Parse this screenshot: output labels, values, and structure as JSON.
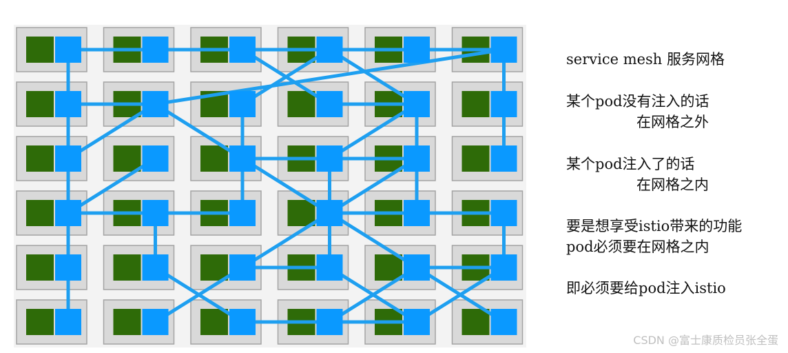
{
  "diagram": {
    "colors": {
      "panel_background": "#f3f3f3",
      "pod_frame": "#d9d9d9",
      "pod_border": "#a3a3a3",
      "app_container": "#2e6b08",
      "sidecar_proxy": "#0a99ff",
      "mesh_link": "#1e9ff0"
    },
    "grid": {
      "rows": 6,
      "cols": 6
    },
    "links": [
      [
        [
          0,
          0
        ],
        [
          0,
          1
        ]
      ],
      [
        [
          0,
          1
        ],
        [
          0,
          2
        ]
      ],
      [
        [
          0,
          2
        ],
        [
          0,
          3
        ]
      ],
      [
        [
          0,
          3
        ],
        [
          0,
          4
        ]
      ],
      [
        [
          0,
          4
        ],
        [
          0,
          5
        ]
      ],
      [
        [
          0,
          2
        ],
        [
          1,
          3
        ]
      ],
      [
        [
          1,
          2
        ],
        [
          0,
          3
        ]
      ],
      [
        [
          0,
          3
        ],
        [
          1,
          4
        ]
      ],
      [
        [
          1,
          1
        ],
        [
          0,
          5
        ]
      ],
      [
        [
          0,
          5
        ],
        [
          1,
          5
        ]
      ],
      [
        [
          1,
          0
        ],
        [
          1,
          1
        ]
      ],
      [
        [
          1,
          3
        ],
        [
          1,
          4
        ]
      ],
      [
        [
          0,
          0
        ],
        [
          1,
          0
        ]
      ],
      [
        [
          1,
          0
        ],
        [
          2,
          0
        ]
      ],
      [
        [
          2,
          0
        ],
        [
          1,
          1
        ]
      ],
      [
        [
          1,
          1
        ],
        [
          2,
          2
        ]
      ],
      [
        [
          1,
          2
        ],
        [
          2,
          2
        ]
      ],
      [
        [
          1,
          4
        ],
        [
          2,
          3
        ]
      ],
      [
        [
          1,
          4
        ],
        [
          2,
          4
        ]
      ],
      [
        [
          1,
          5
        ],
        [
          2,
          5
        ]
      ],
      [
        [
          2,
          2
        ],
        [
          2,
          3
        ]
      ],
      [
        [
          2,
          3
        ],
        [
          2,
          4
        ]
      ],
      [
        [
          2,
          0
        ],
        [
          3,
          0
        ]
      ],
      [
        [
          2,
          1
        ],
        [
          3,
          0
        ]
      ],
      [
        [
          2,
          2
        ],
        [
          3,
          2
        ]
      ],
      [
        [
          2,
          2
        ],
        [
          3,
          3
        ]
      ],
      [
        [
          2,
          3
        ],
        [
          3,
          3
        ]
      ],
      [
        [
          2,
          4
        ],
        [
          3,
          3
        ]
      ],
      [
        [
          2,
          4
        ],
        [
          3,
          4
        ]
      ],
      [
        [
          3,
          0
        ],
        [
          3,
          1
        ]
      ],
      [
        [
          3,
          1
        ],
        [
          3,
          2
        ]
      ],
      [
        [
          3,
          3
        ],
        [
          3,
          4
        ]
      ],
      [
        [
          3,
          4
        ],
        [
          3,
          5
        ]
      ],
      [
        [
          3,
          3
        ],
        [
          3,
          5
        ]
      ],
      [
        [
          3,
          0
        ],
        [
          4,
          0
        ]
      ],
      [
        [
          3,
          1
        ],
        [
          4,
          1
        ]
      ],
      [
        [
          3,
          3
        ],
        [
          4,
          2
        ]
      ],
      [
        [
          3,
          3
        ],
        [
          4,
          3
        ]
      ],
      [
        [
          3,
          3
        ],
        [
          4,
          4
        ]
      ],
      [
        [
          3,
          5
        ],
        [
          4,
          5
        ]
      ],
      [
        [
          4,
          2
        ],
        [
          4,
          3
        ]
      ],
      [
        [
          4,
          4
        ],
        [
          4,
          5
        ]
      ],
      [
        [
          4,
          0
        ],
        [
          5,
          0
        ]
      ],
      [
        [
          4,
          1
        ],
        [
          5,
          2
        ]
      ],
      [
        [
          4,
          2
        ],
        [
          5,
          1
        ]
      ],
      [
        [
          4,
          3
        ],
        [
          5,
          4
        ]
      ],
      [
        [
          4,
          4
        ],
        [
          5,
          3
        ]
      ],
      [
        [
          4,
          4
        ],
        [
          5,
          5
        ]
      ],
      [
        [
          4,
          5
        ],
        [
          5,
          4
        ]
      ],
      [
        [
          5,
          2
        ],
        [
          5,
          3
        ]
      ],
      [
        [
          5,
          3
        ],
        [
          5,
          4
        ]
      ]
    ]
  },
  "notes": [
    "service mesh 服务网格",
    "某个pod没有注入的话",
    "在网格之外",
    "某个pod注入了的话",
    "在网格之内",
    "要是想享受istio带来的功能",
    "pod必须要在网格之内",
    "即必须要给pod注入istio"
  ],
  "watermark": "CSDN @富士康质检员张全蛋"
}
